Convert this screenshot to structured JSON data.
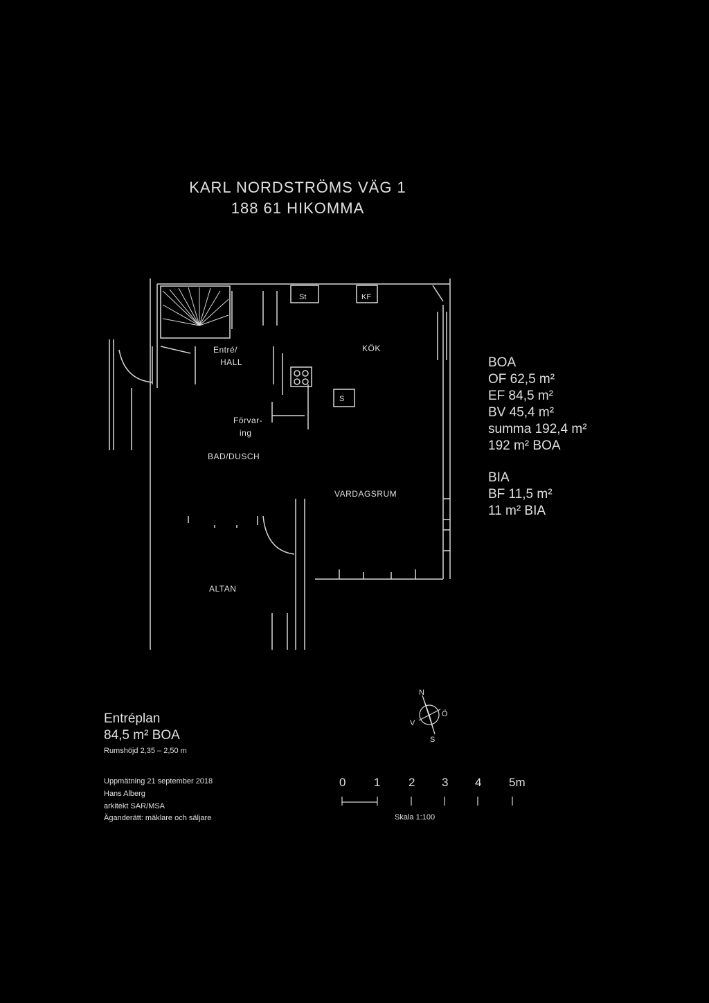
{
  "address": {
    "line1": "KARL NORDSTRÖMS VÄG 1",
    "line2": "188 61 HIKOMMA"
  },
  "rooms": {
    "entre_hall_1": "Entré/",
    "entre_hall_2": "HALL",
    "kok": "KÖK",
    "forrad_1": "Förvar-",
    "forrad_2": "ing",
    "sovrum": "BAD/DUSCH",
    "vardagsrum": "VARDAGSRUM",
    "altan": "ALTAN",
    "st": "St",
    "kf": "KF",
    "s": "S"
  },
  "areas": {
    "boa_title": "BOA",
    "of": "OF 62,5 m²",
    "ef": "EF 84,5 m²",
    "bv": "BV 45,4 m²",
    "summa": "summa 192,4 m²",
    "boa_total": "192 m² BOA",
    "bia_title": "BIA",
    "bf": "BF 11,5 m²",
    "bia_total": "11 m² BIA"
  },
  "floor": {
    "name": "Entréplan",
    "area": "84,5 m² BOA",
    "ceiling": "Rumshöjd 2,35 – 2,50 m"
  },
  "credits": {
    "line1": "Uppmätning 21 september 2018",
    "line2": "Hans Alberg",
    "line3": "arkitekt SAR/MSA",
    "line4": "Äganderätt: mäklare och säljare"
  },
  "compass": {
    "n": "N",
    "e": "Ö",
    "s": "S",
    "w": "V"
  },
  "scale": {
    "ticks": [
      "0",
      "1",
      "2",
      "3",
      "4",
      "5m"
    ],
    "label": "Skala 1:100"
  }
}
